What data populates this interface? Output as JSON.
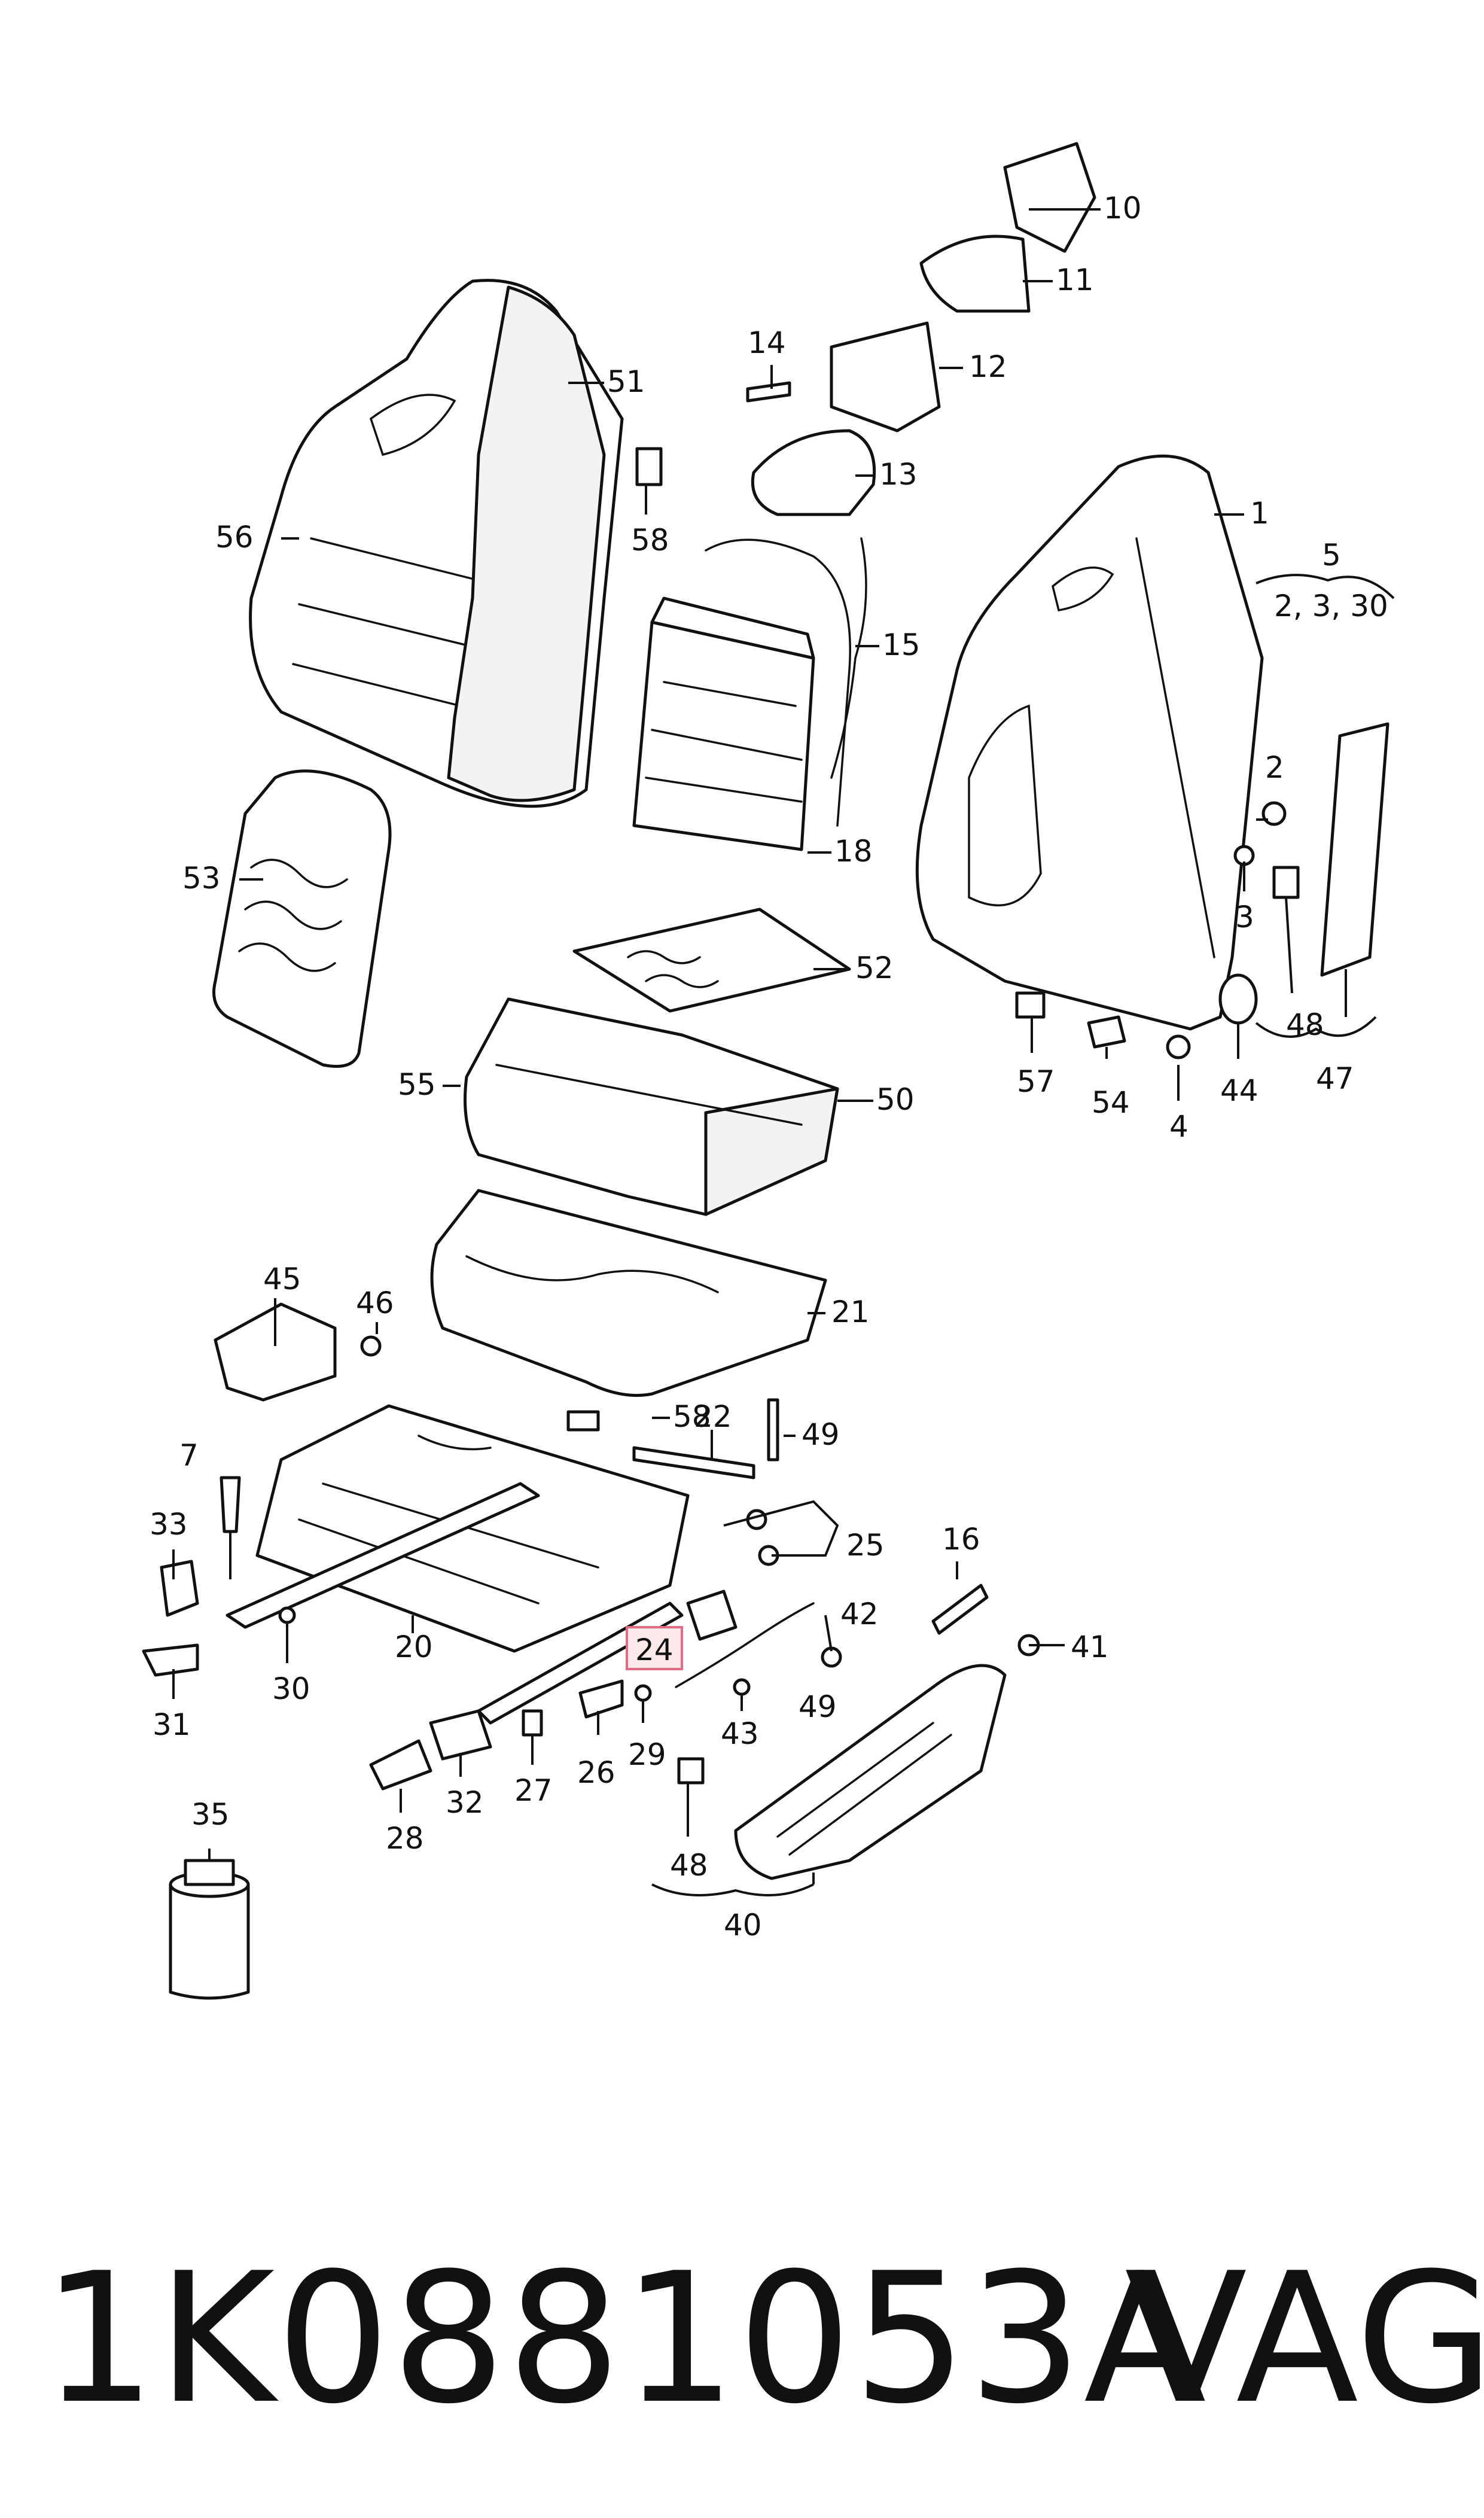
{
  "diagram": {
    "callouts": {
      "c1": "1",
      "c2": "2",
      "c3": "3",
      "c4": "4",
      "c5": "5",
      "c5sub": "2, 3, 30",
      "c7": "7",
      "c10": "10",
      "c11": "11",
      "c12": "12",
      "c13": "13",
      "c14": "14",
      "c15": "15",
      "c16": "16",
      "c18": "18",
      "c20": "20",
      "c21": "21",
      "c22": "22",
      "c24": "24",
      "c25": "25",
      "c26": "26",
      "c27": "27",
      "c28": "28",
      "c29": "29",
      "c30": "30",
      "c31": "31",
      "c32": "32",
      "c33": "33",
      "c35": "35",
      "c40": "40",
      "c41": "41",
      "c42": "42",
      "c43": "43",
      "c44": "44",
      "c45": "45",
      "c46": "46",
      "c47": "47",
      "c48a": "48",
      "c48b": "48",
      "c49a": "49",
      "c49b": "49",
      "c50": "50",
      "c51": "51",
      "c52": "52",
      "c53": "53",
      "c54": "54",
      "c55": "55",
      "c56": "56",
      "c57": "57",
      "c58a": "58",
      "c58b": "58"
    },
    "highlighted_callout": "24",
    "highlight_color": "#e36b84"
  },
  "footer": {
    "part_number": "1K0881053A",
    "brand": "VAG"
  }
}
